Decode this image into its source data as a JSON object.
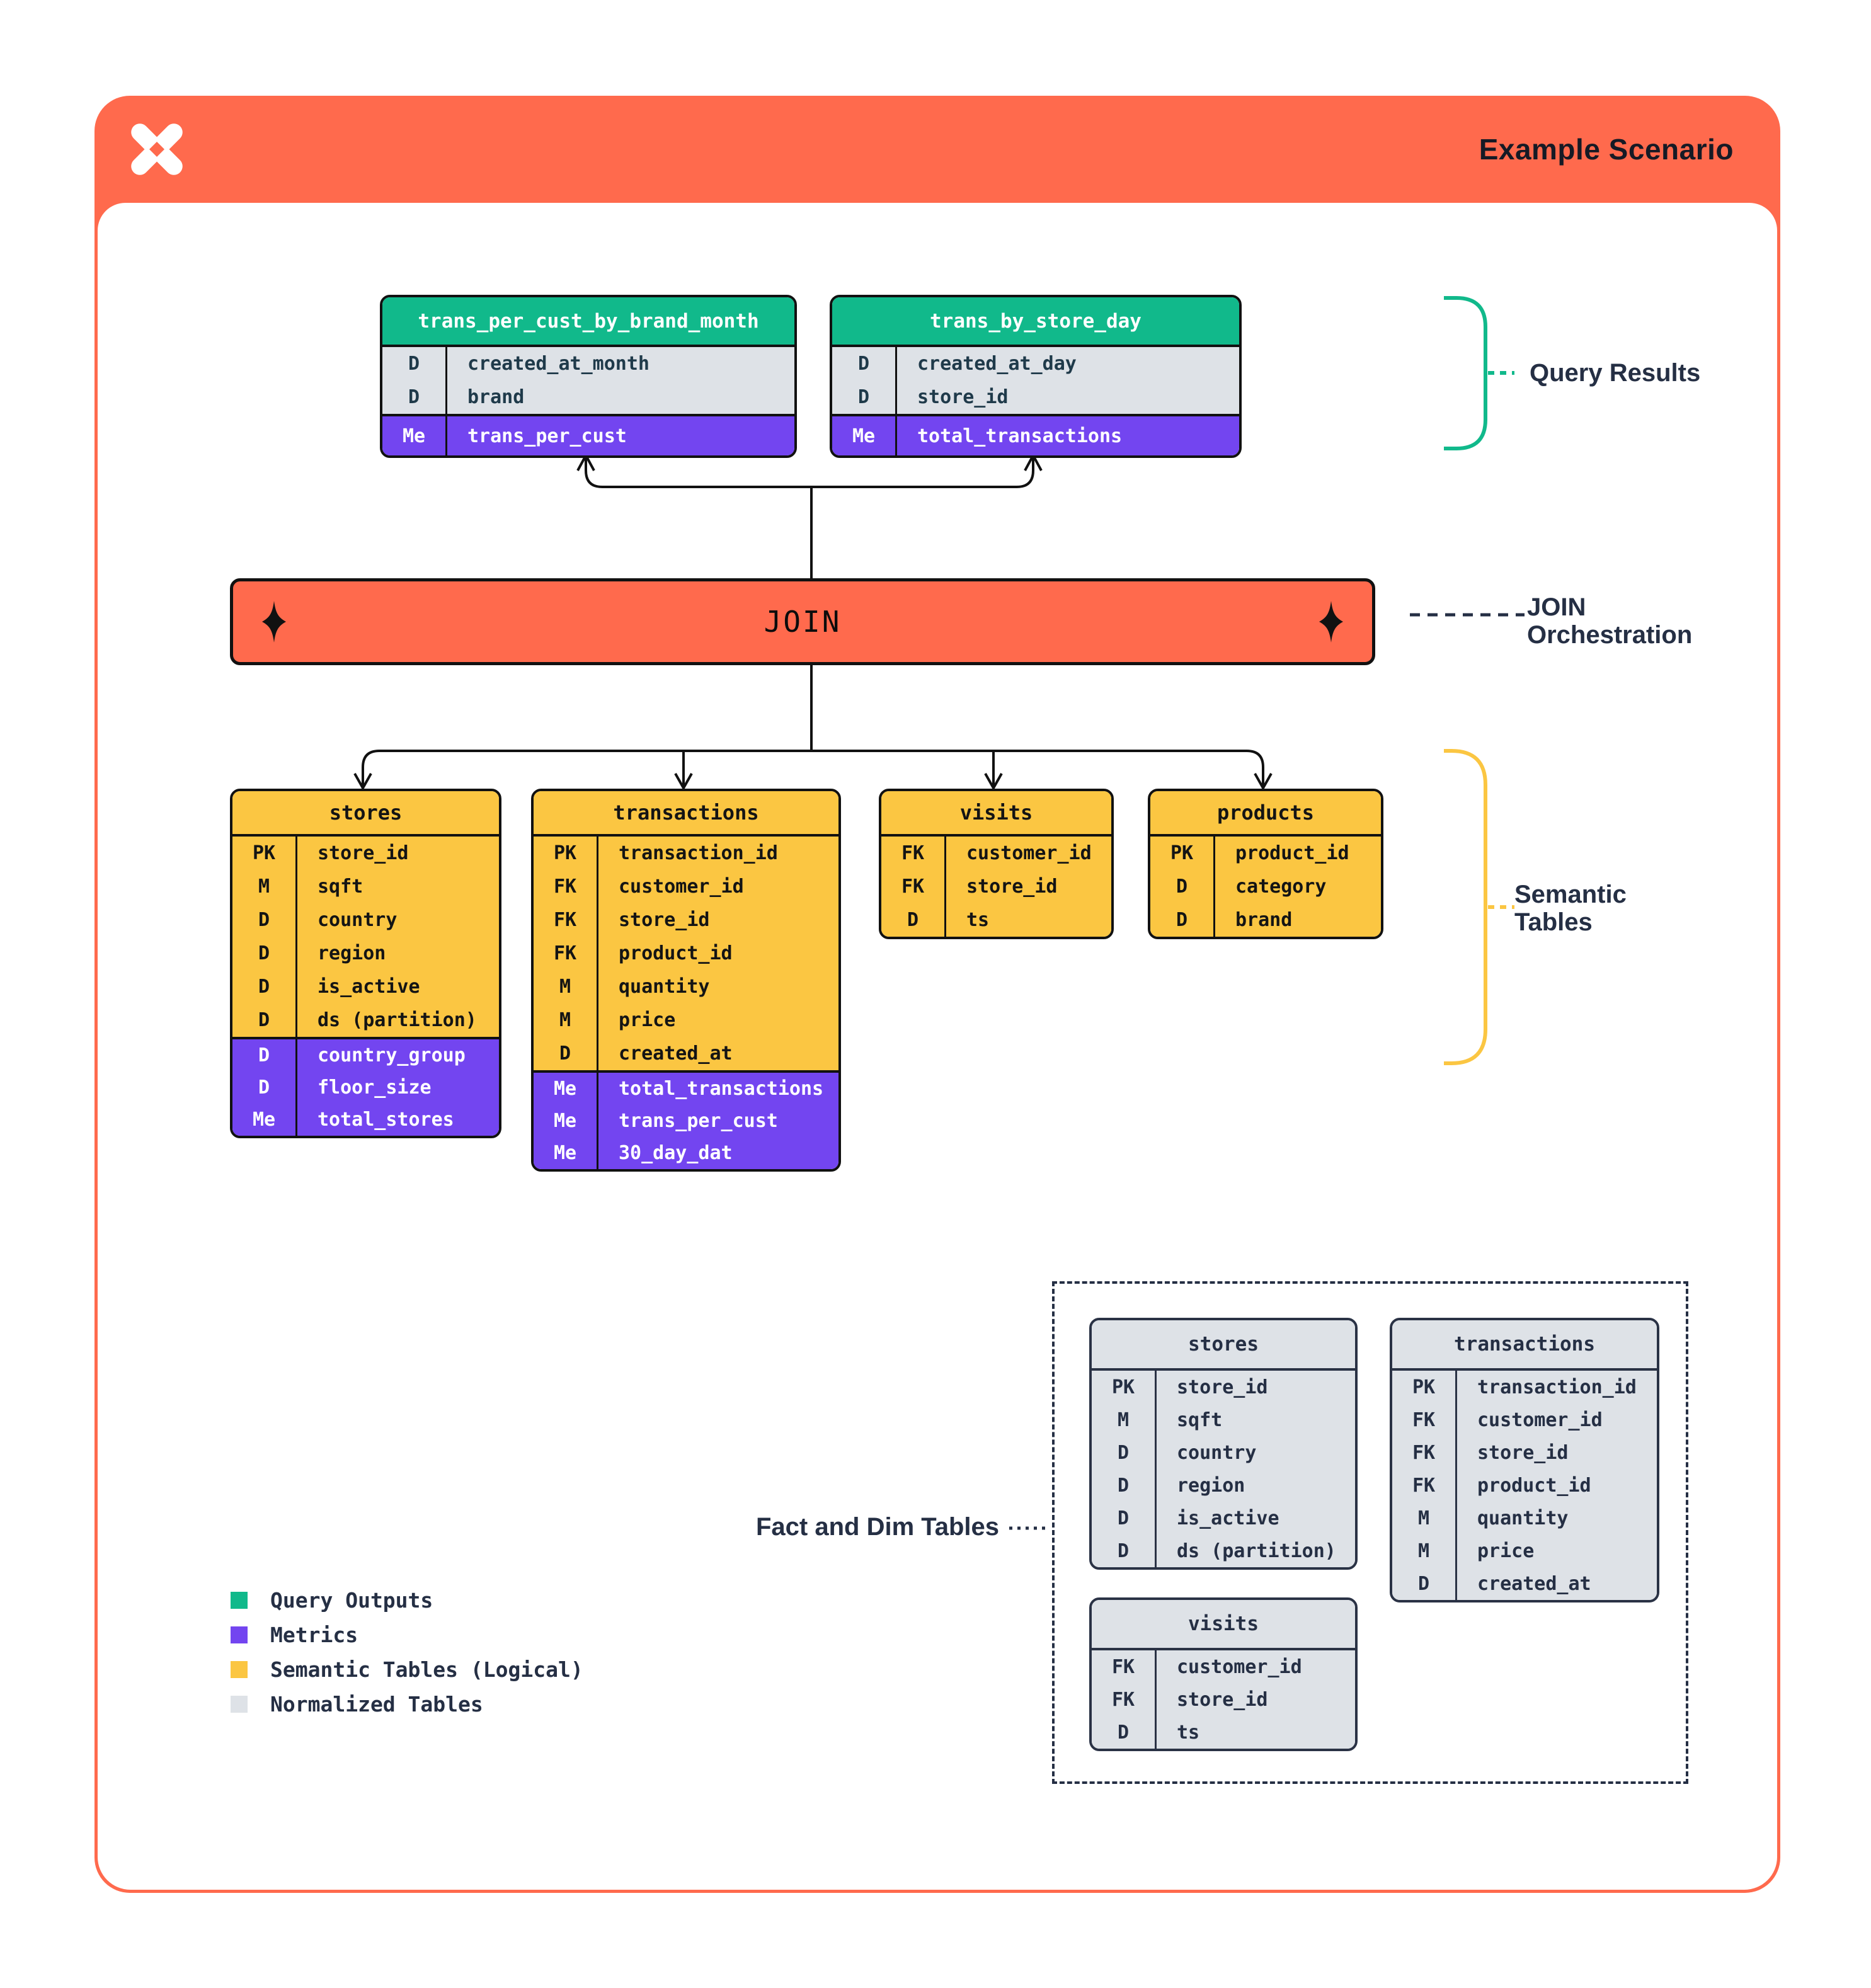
{
  "header": {
    "title": "Example Scenario",
    "logo": "pinwheel-x-logo"
  },
  "join": {
    "label": "JOIN"
  },
  "annotations": {
    "query_results": "Query Results",
    "join_orchestration": [
      "JOIN",
      "Orchestration"
    ],
    "semantic_tables": [
      "Semantic",
      "Tables"
    ],
    "fact_dim": "Fact and Dim Tables"
  },
  "colors": {
    "accent_orange": "#FF6A4D",
    "query_output_green": "#11B98B",
    "metrics_purple": "#7345F0",
    "semantic_yellow": "#FBC642",
    "normalized_gray": "#DEE2E7",
    "label_navy": "#252F44"
  },
  "query_tables": [
    {
      "title": "trans_per_cust_by_brand_month",
      "sections": [
        {
          "kind": "dims",
          "rows": [
            [
              "D",
              "created_at_month"
            ],
            [
              "D",
              "brand"
            ]
          ]
        },
        {
          "kind": "metrics",
          "rows": [
            [
              "Me",
              "trans_per_cust"
            ]
          ]
        }
      ]
    },
    {
      "title": "trans_by_store_day",
      "sections": [
        {
          "kind": "dims",
          "rows": [
            [
              "D",
              "created_at_day"
            ],
            [
              "D",
              "store_id"
            ]
          ]
        },
        {
          "kind": "metrics",
          "rows": [
            [
              "Me",
              "total_transactions"
            ]
          ]
        }
      ]
    }
  ],
  "semantic_tables": [
    {
      "title": "stores",
      "sections": [
        {
          "kind": "dims",
          "rows": [
            [
              "PK",
              "store_id"
            ],
            [
              "M",
              "sqft"
            ],
            [
              "D",
              "country"
            ],
            [
              "D",
              "region"
            ],
            [
              "D",
              "is_active"
            ],
            [
              "D",
              "ds (partition)"
            ]
          ]
        },
        {
          "kind": "metrics",
          "rows": [
            [
              "D",
              "country_group"
            ],
            [
              "D",
              "floor_size"
            ],
            [
              "Me",
              "total_stores"
            ]
          ]
        }
      ]
    },
    {
      "title": "transactions",
      "sections": [
        {
          "kind": "dims",
          "rows": [
            [
              "PK",
              "transaction_id"
            ],
            [
              "FK",
              "customer_id"
            ],
            [
              "FK",
              "store_id"
            ],
            [
              "FK",
              "product_id"
            ],
            [
              "M",
              "quantity"
            ],
            [
              "M",
              "price"
            ],
            [
              "D",
              "created_at"
            ]
          ]
        },
        {
          "kind": "metrics",
          "rows": [
            [
              "Me",
              "total_transactions"
            ],
            [
              "Me",
              "trans_per_cust"
            ],
            [
              "Me",
              "30_day_dat"
            ]
          ]
        }
      ]
    },
    {
      "title": "visits",
      "sections": [
        {
          "kind": "dims",
          "rows": [
            [
              "FK",
              "customer_id"
            ],
            [
              "FK",
              "store_id"
            ],
            [
              "D",
              "ts"
            ]
          ]
        }
      ]
    },
    {
      "title": "products",
      "sections": [
        {
          "kind": "dims",
          "rows": [
            [
              "PK",
              "product_id"
            ],
            [
              "D",
              "category"
            ],
            [
              "D",
              "brand"
            ]
          ]
        }
      ]
    }
  ],
  "normalized_tables": [
    {
      "title": "stores",
      "sections": [
        {
          "kind": "norm",
          "rows": [
            [
              "PK",
              "store_id"
            ],
            [
              "M",
              "sqft"
            ],
            [
              "D",
              "country"
            ],
            [
              "D",
              "region"
            ],
            [
              "D",
              "is_active"
            ],
            [
              "D",
              "ds (partition)"
            ]
          ]
        }
      ]
    },
    {
      "title": "transactions",
      "sections": [
        {
          "kind": "norm",
          "rows": [
            [
              "PK",
              "transaction_id"
            ],
            [
              "FK",
              "customer_id"
            ],
            [
              "FK",
              "store_id"
            ],
            [
              "FK",
              "product_id"
            ],
            [
              "M",
              "quantity"
            ],
            [
              "M",
              "price"
            ],
            [
              "D",
              "created_at"
            ]
          ]
        }
      ]
    },
    {
      "title": "visits",
      "sections": [
        {
          "kind": "norm",
          "rows": [
            [
              "FK",
              "customer_id"
            ],
            [
              "FK",
              "store_id"
            ],
            [
              "D",
              "ts"
            ]
          ]
        }
      ]
    }
  ],
  "legend": {
    "items": [
      {
        "label": "Query Outputs",
        "color": "#11B98B"
      },
      {
        "label": "Metrics",
        "color": "#7345F0"
      },
      {
        "label": "Semantic Tables (Logical)",
        "color": "#FBC642"
      },
      {
        "label": "Normalized Tables",
        "color": "#DEE2E7"
      }
    ]
  }
}
